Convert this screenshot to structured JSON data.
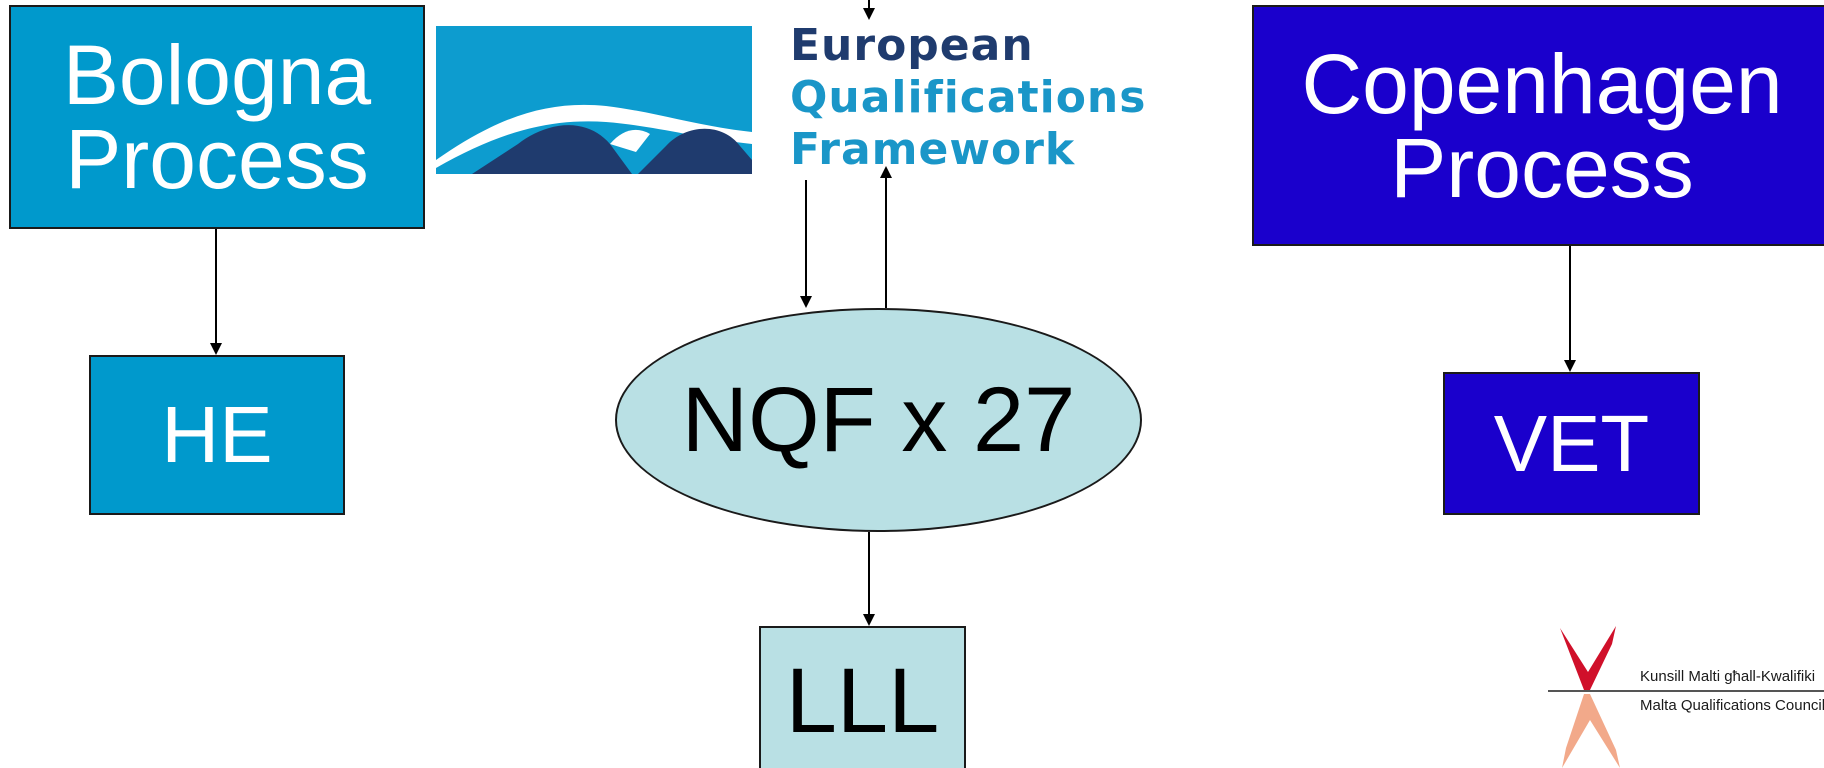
{
  "nodes": {
    "bologna": {
      "line1": "Bologna",
      "line2": "Process"
    },
    "copenhagen": {
      "line1": "Copenhagen",
      "line2": "Process"
    },
    "he": {
      "label": "HE"
    },
    "vet": {
      "label": "VET"
    },
    "nqf": {
      "label": "NQF x 27"
    },
    "lll": {
      "label": "LLL"
    }
  },
  "eqf_logo": {
    "line1": "European",
    "line2": "Qualifications",
    "line3": "Framework"
  },
  "mqc_logo": {
    "line1": "Kunsill Malti għall-Kwalifiki",
    "line2": "Malta Qualifications Council"
  },
  "colors": {
    "bologna": "#0099cc",
    "copenhagen": "#1a00cc",
    "nqf": "#b9e0e4",
    "eqf_dark": "#1f3b6e",
    "eqf_light": "#1a96c8",
    "mqc_red": "#d0102a",
    "mqc_peach": "#f2a98a"
  }
}
